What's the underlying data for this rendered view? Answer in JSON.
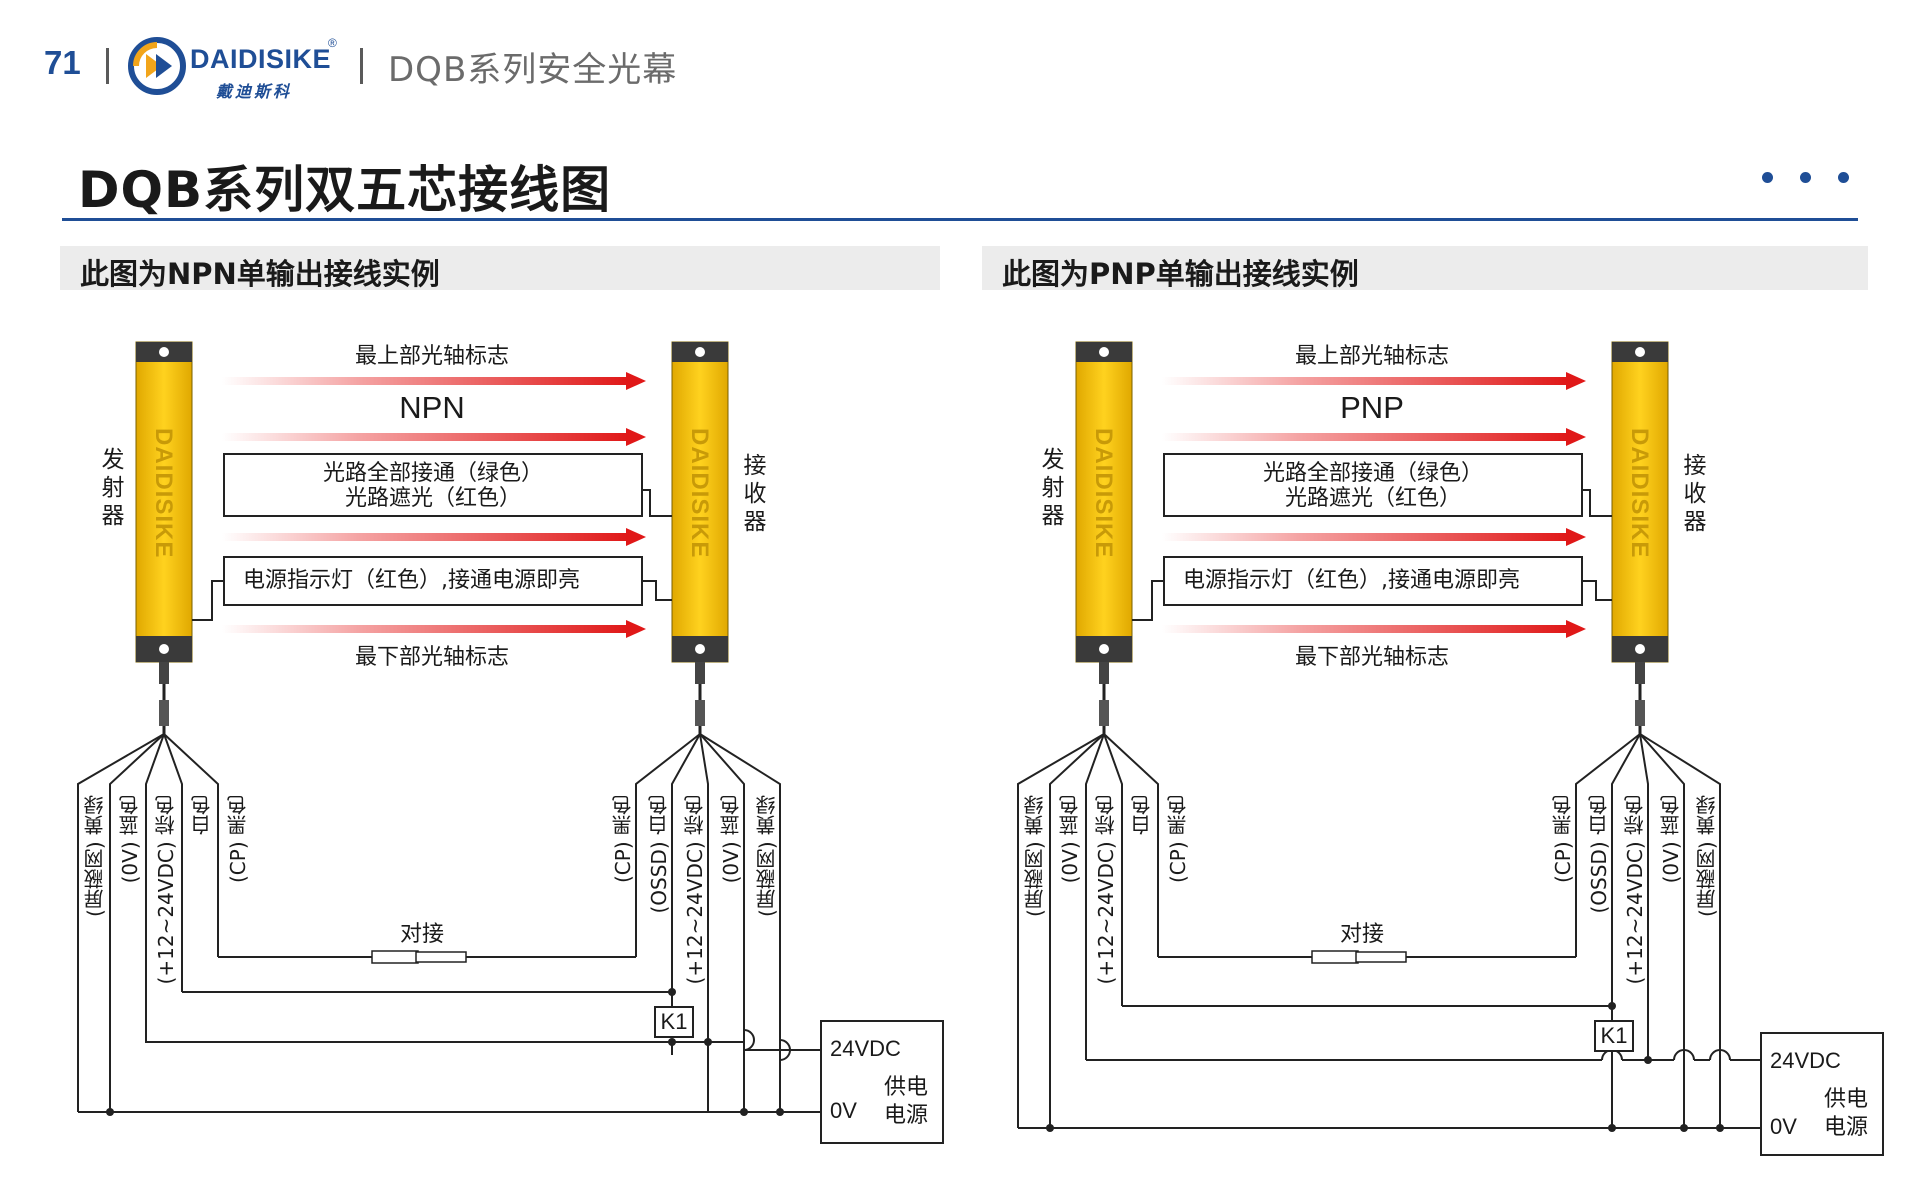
{
  "header": {
    "page_number": "71",
    "logo_text": "DAIDISIKE",
    "logo_reg": "®",
    "logo_cn": "戴迪斯科",
    "series_title": "DQB系列安全光幕"
  },
  "title": "DQB系列双五芯接线图",
  "colors": {
    "accent": "#1f4e96",
    "curtain": "#f5c518",
    "arrow": "#e02020"
  },
  "left": {
    "section_title": "此图为NPN单输出接线实例",
    "mode": "NPN",
    "top_axis": "最上部光轴标志",
    "bottom_axis": "最下部光轴标志",
    "status_line1": "光路全部接通（绿色）",
    "status_line2": "光路遮光（红色）",
    "power_led": "电源指示灯（红色）,接通电源即亮",
    "emitter": "发射器",
    "receiver": "接收器",
    "brand": "DAIDISIKE",
    "emitter_wires": [
      "(屏蔽网) 黄绿",
      "(0V) 蓝色",
      "(+12~24VDC) 棕色",
      "白色",
      "(CP) 黑色"
    ],
    "receiver_wires": [
      "(CP) 黑色",
      "(OSSD) 白色",
      "(+12~24VDC) 棕色",
      "(0V) 蓝色",
      "(屏蔽网) 黄绿"
    ],
    "pair": "对接",
    "relay": "K1",
    "psu_v": "24VDC",
    "psu_0": "0V",
    "psu_label": "供电电源"
  },
  "right": {
    "section_title": "此图为PNP单输出接线实例",
    "mode": "PNP",
    "top_axis": "最上部光轴标志",
    "bottom_axis": "最下部光轴标志",
    "status_line1": "光路全部接通（绿色）",
    "status_line2": "光路遮光（红色）",
    "power_led": "电源指示灯（红色）,接通电源即亮",
    "emitter": "发射器",
    "receiver": "接收器",
    "brand": "DAIDISIKE",
    "emitter_wires": [
      "(屏蔽网) 黄绿",
      "(0V) 蓝色",
      "(+12~24VDC) 棕色",
      "白色",
      "(CP) 黑色"
    ],
    "receiver_wires": [
      "(CP) 黑色",
      "(OSSD) 白色",
      "(+12~24VDC) 棕色",
      "(0V) 蓝色",
      "(屏蔽网) 黄绿"
    ],
    "pair": "对接",
    "relay": "K1",
    "psu_v": "24VDC",
    "psu_0": "0V",
    "psu_label": "供电电源"
  }
}
